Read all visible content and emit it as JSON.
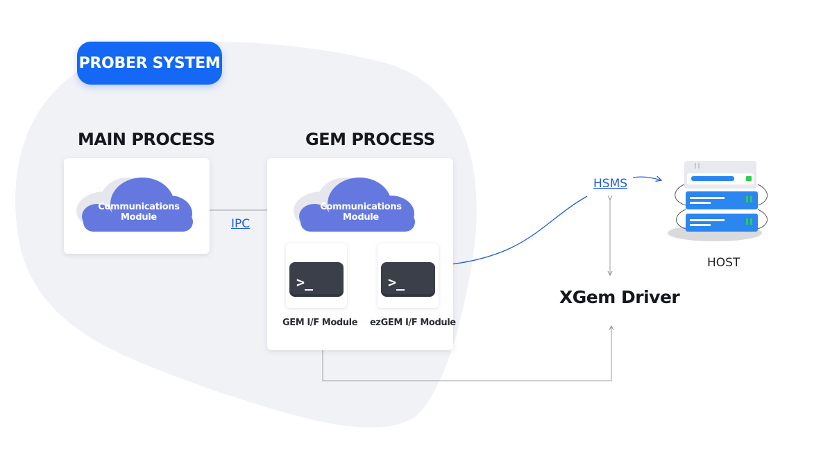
{
  "system_badge": "PROBER SYSTEM",
  "main_process": {
    "title": "MAIN PROCESS",
    "cloud_label_line1": "Communications",
    "cloud_label_line2": "Module"
  },
  "gem_process": {
    "title": "GEM PROCESS",
    "cloud_label_line1": "Communications",
    "cloud_label_line2": "Module",
    "modules": [
      {
        "label": "GEM I/F Module",
        "glyph": ">_"
      },
      {
        "label": "ezGEM I/F Module",
        "glyph": ">_"
      }
    ]
  },
  "links": {
    "ipc": "IPC",
    "hsms": "HSMS"
  },
  "driver": "XGem Driver",
  "host": "HOST",
  "colors": {
    "badge": "#1468f5",
    "cloud": "#6478e0",
    "blob": "#f1f2f6",
    "link": "#1f5fd6",
    "server_blue": "#2b86f0",
    "led_green": "#2ed04a"
  }
}
